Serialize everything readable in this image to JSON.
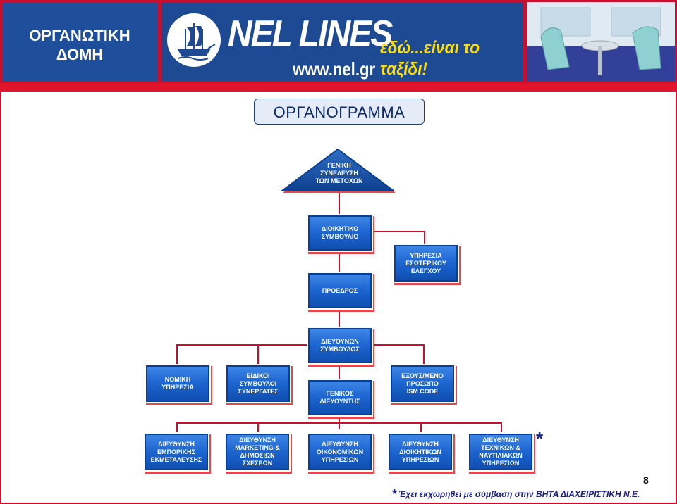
{
  "header": {
    "title_line1": "ΟΡΓΑΝΩΤΙΚΗ",
    "title_line2": "ΔΟΜΗ",
    "brand": "NEL LINES",
    "url": "www.nel.gr",
    "slogan": "εδώ...είναι το ταξίδι!"
  },
  "page_title": "ΟΡΓΑΝΟΓΡΑΜΜΑ",
  "org": {
    "general_assembly": [
      "ΓΕΝΙΚΗ",
      "ΣΥΝΕΛΕΥΣΗ",
      "ΤΩΝ ΜΕΤΟΧΩΝ"
    ],
    "board": [
      "ΔΙΟΙΚΗΤΙΚΟ",
      "ΣΥΜΒΟΥΛΙΟ"
    ],
    "internal_audit": [
      "ΥΠΗΡΕΣΙΑ",
      "ΕΣΩΤΕΡΙΚΟΥ",
      "ΕΛΕΓΧΟΥ"
    ],
    "chairman": [
      "ΠΡΟΕΔΡΟΣ"
    ],
    "ceo": [
      "ΔΙΕΥΘΥΝΩΝ",
      "ΣΥΜΒΟΥΛΟΣ"
    ],
    "legal": [
      "ΝΟΜΙΚΗ",
      "ΥΠΗΡΕΣΙΑ"
    ],
    "advisors": [
      "ΕΙΔΙΚΟΙ",
      "ΣΥΜΒΟΥΛΟΙ",
      "ΣΥΝΕΡΓΑΤΕΣ"
    ],
    "general_manager": [
      "ΓΕΝΙΚΟΣ",
      "ΔΙΕΥΘΥΝΤΗΣ"
    ],
    "ism": [
      "ΕΞΟΥΣ/ΜΕΝΟ",
      "ΠΡΟΣΩΠΟ",
      "ISM CODE"
    ],
    "departments": [
      [
        "ΔΙΕΥΘΥΝΣΗ",
        "ΕΜΠΟΡΙΚΗΣ",
        "ΕΚΜΕΤΑΛΕΥΣΗΣ"
      ],
      [
        "ΔΙΕΥΘΥΝΣΗ",
        "MARKETING &",
        "ΔΗΜΟΣΙΩΝ",
        "ΣΧΕΣΕΩΝ"
      ],
      [
        "ΔΙΕΥΘΥΝΣΗ",
        "ΟΙΚΟΝΟΜΙΚΩΝ",
        "ΥΠΗΡΕΣΙΩΝ"
      ],
      [
        "ΔΙΕΥΘΥΝΣΗ",
        "ΔΙΟΙΚΗΤΙΚΩΝ",
        "ΥΠΗΡΕΣΙΩΝ"
      ],
      [
        "ΔΙΕΥΘΥΝΣΗ",
        "ΤΕΧΝΙΚΩΝ &",
        "ΝΑΥΤΙΛΙΑΚΩΝ",
        "ΥΠΗΡΕΣΙΩΝ"
      ]
    ]
  },
  "asterisk": "*",
  "page_number": "8",
  "footnote": {
    "star": "*",
    "text": "Έχει εκχωρηθεί με σύμβαση στην ΒΗΤΑ ΔΙΑΧΕΙΡΙΣΤΙΚΗ Ν.Ε."
  },
  "colors": {
    "header_blue": "#1f4f9a",
    "accent_red": "#e0142a",
    "box_blue": "#1c64cf",
    "connector_red": "#c8102e",
    "slogan_yellow": "#ffe000"
  }
}
